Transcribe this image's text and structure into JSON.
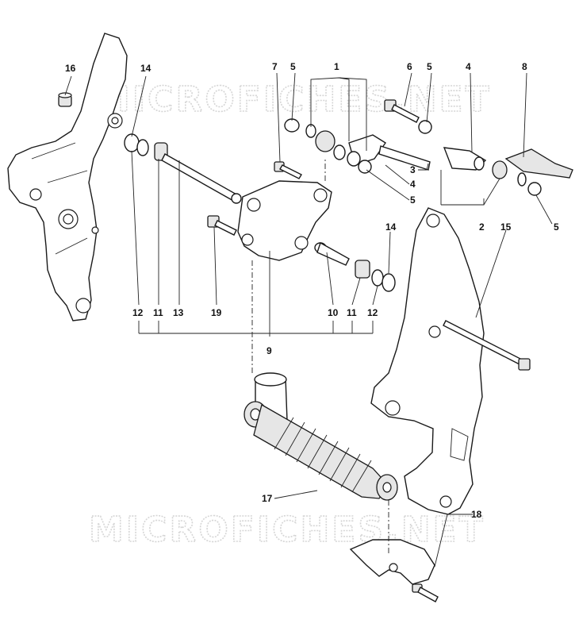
{
  "watermark": {
    "top_text": "MICROFICHES.NET",
    "bottom_text": "MICROFICHES.NET"
  },
  "callouts": {
    "c1": "1",
    "c2": "2",
    "c3": "3",
    "c4a": "4",
    "c4b": "4",
    "c5a": "5",
    "c5b": "5",
    "c5c": "5",
    "c5d": "5",
    "c6": "6",
    "c7": "7",
    "c8": "8",
    "c9": "9",
    "c10": "10",
    "c11a": "11",
    "c11b": "11",
    "c12a": "12",
    "c12b": "12",
    "c13": "13",
    "c14a": "14",
    "c14b": "14",
    "c15": "15",
    "c16": "16",
    "c17": "17",
    "c18": "18",
    "c19": "19"
  }
}
